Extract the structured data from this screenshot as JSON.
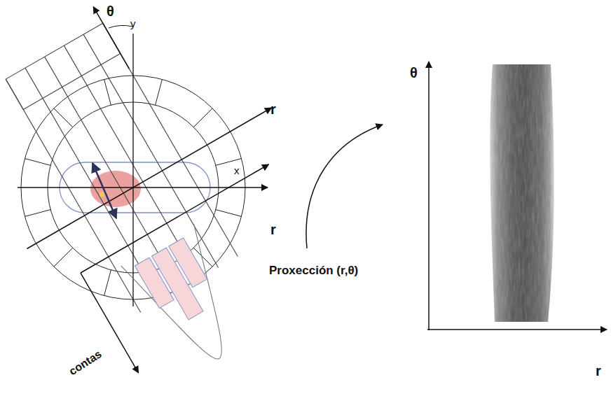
{
  "diagram": {
    "labels": [
      "θ",
      "y",
      "r",
      "x",
      "r",
      "contas",
      "Proxección (r,θ)",
      "θ",
      "r"
    ]
  }
}
